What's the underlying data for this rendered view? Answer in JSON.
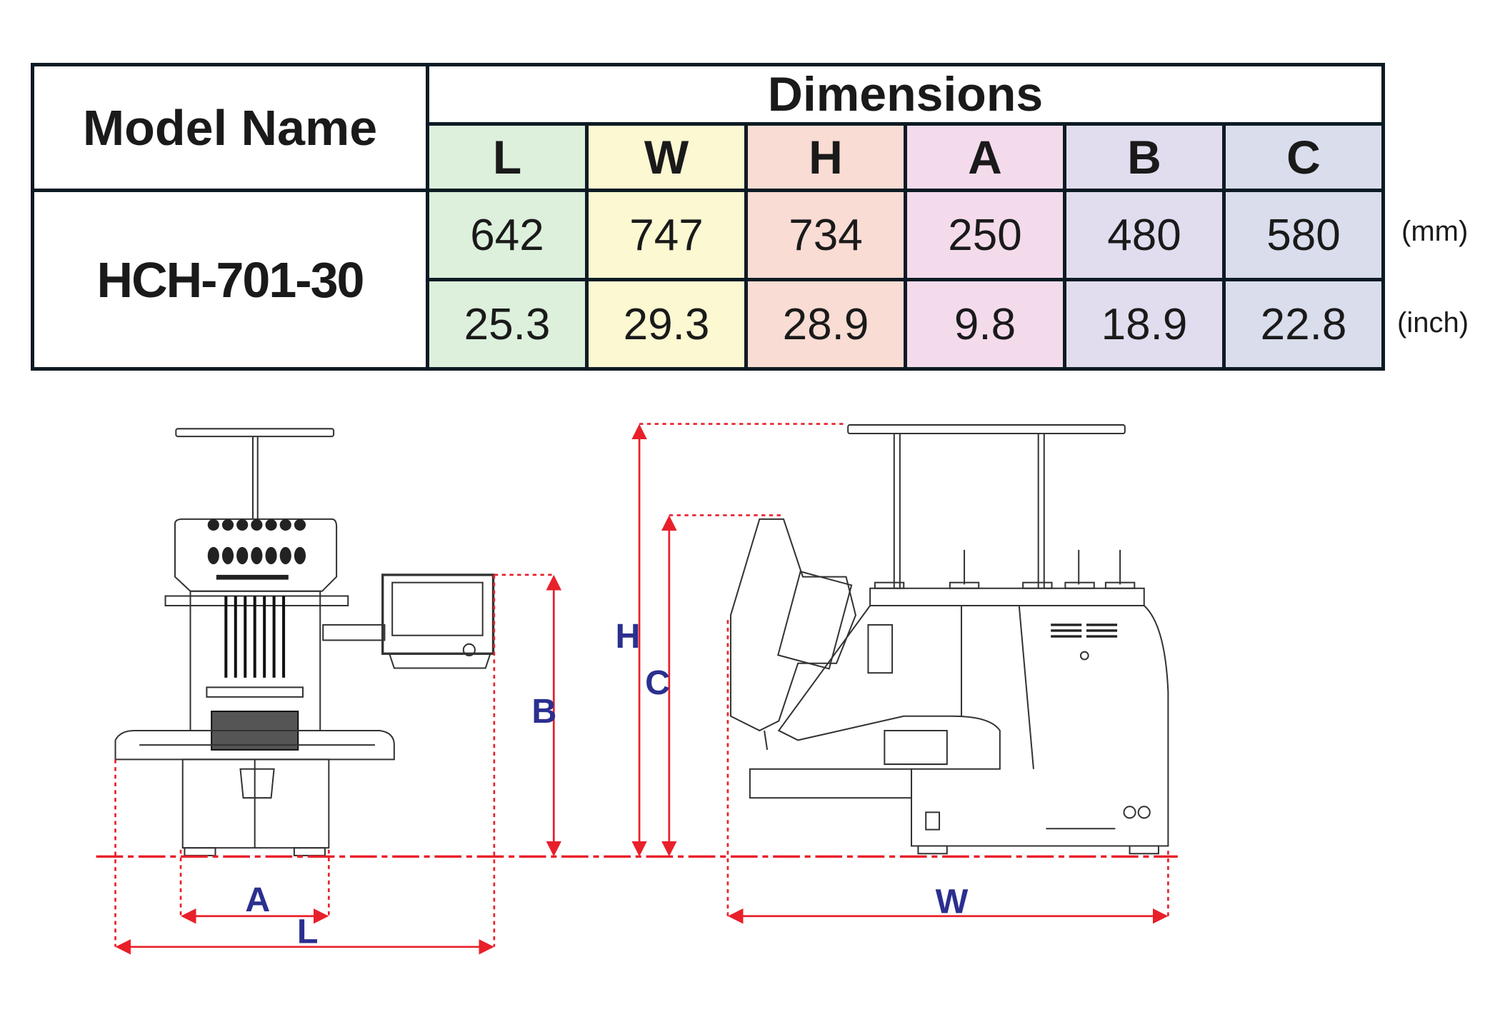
{
  "table": {
    "model_header": "Model Name",
    "dimensions_header": "Dimensions",
    "columns": [
      {
        "label": "L",
        "color": "#dcf0dc"
      },
      {
        "label": "W",
        "color": "#fbf8d2"
      },
      {
        "label": "H",
        "color": "#f9dcd3"
      },
      {
        "label": "A",
        "color": "#f4dbec"
      },
      {
        "label": "B",
        "color": "#e1ddef"
      },
      {
        "label": "C",
        "color": "#d9ddec"
      }
    ],
    "model_name": "HCH-701-30",
    "rows": [
      {
        "unit": "(mm)",
        "values": [
          "642",
          "747",
          "734",
          "250",
          "480",
          "580"
        ]
      },
      {
        "unit": "(inch)",
        "values": [
          "25.3",
          "29.3",
          "28.9",
          "9.8",
          "18.9",
          "22.8"
        ]
      }
    ]
  },
  "diagram": {
    "labels": {
      "A": "A",
      "L": "L",
      "B": "B",
      "H": "H",
      "C": "C",
      "W": "W"
    },
    "line_color": "#e8202a",
    "label_color": "#2b2f8f"
  }
}
